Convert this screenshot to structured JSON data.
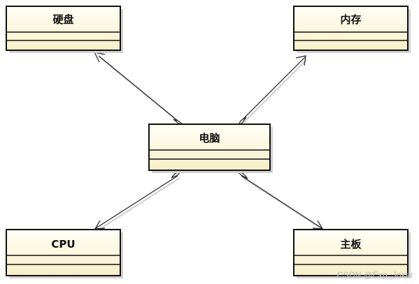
{
  "diagram": {
    "center_class": {
      "name": "电脑"
    },
    "classes": [
      {
        "key": "disk",
        "name": "硬盘"
      },
      {
        "key": "memory",
        "name": "内存"
      },
      {
        "key": "cpu",
        "name": "CPU"
      },
      {
        "key": "mainboard",
        "name": "主板"
      }
    ],
    "relationship": "aggregation",
    "colors": {
      "box_fill_top": "#fffff6",
      "box_fill_bottom": "#f7efc9",
      "border": "#111111",
      "shadow": "#c9c9c9",
      "line": "#222222"
    }
  },
  "watermark": {
    "text": "CSDN @Exp_Joker"
  }
}
